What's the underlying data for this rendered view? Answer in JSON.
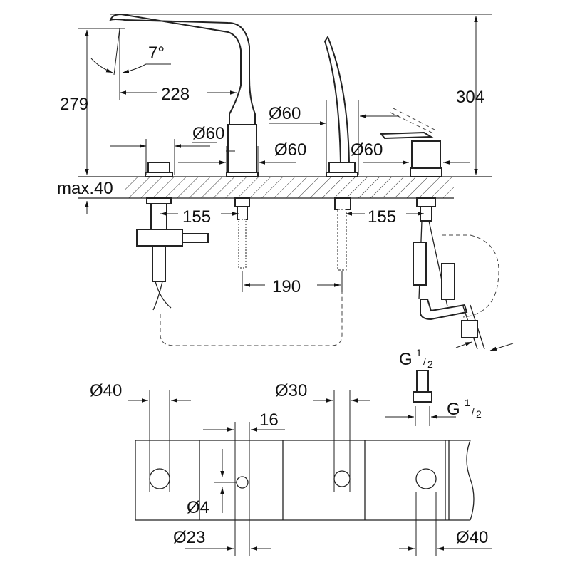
{
  "dimensions": {
    "angle": "7°",
    "height_spout": "279",
    "reach": "228",
    "total_height": "304",
    "dia_shower": "Ø60",
    "dia_left": "Ø60",
    "dia_mid": "Ø60",
    "dia_right": "Ø60",
    "deck_thickness": "max.40",
    "spacing_left": "155",
    "spacing_right": "155",
    "spacing_mid": "190",
    "thread_hose": {
      "g": "G",
      "num": "1",
      "den": "2"
    },
    "hole_left": "Ø40",
    "hole_mid": "Ø30",
    "offset": "16",
    "thread_conn": {
      "g": "G",
      "num": "1",
      "den": "2"
    },
    "pin": "Ø4",
    "hole_small": "Ø23",
    "hole_right": "Ø40"
  }
}
